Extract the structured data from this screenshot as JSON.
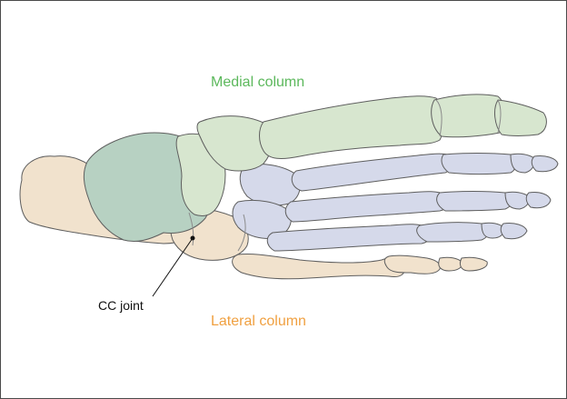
{
  "labels": {
    "medial_column": "Medial column",
    "lateral_column": "Lateral column",
    "cc_joint": "CC joint"
  },
  "colors": {
    "medial": "#5cb85c",
    "lateral": "#f0a040",
    "medial_bone": "#d7e6cf",
    "medial_bone_dark": "#b7d1c2",
    "middle_bone": "#d5d9ea",
    "lateral_bone": "#f1e2cd",
    "outline": "#5e5e5e"
  }
}
